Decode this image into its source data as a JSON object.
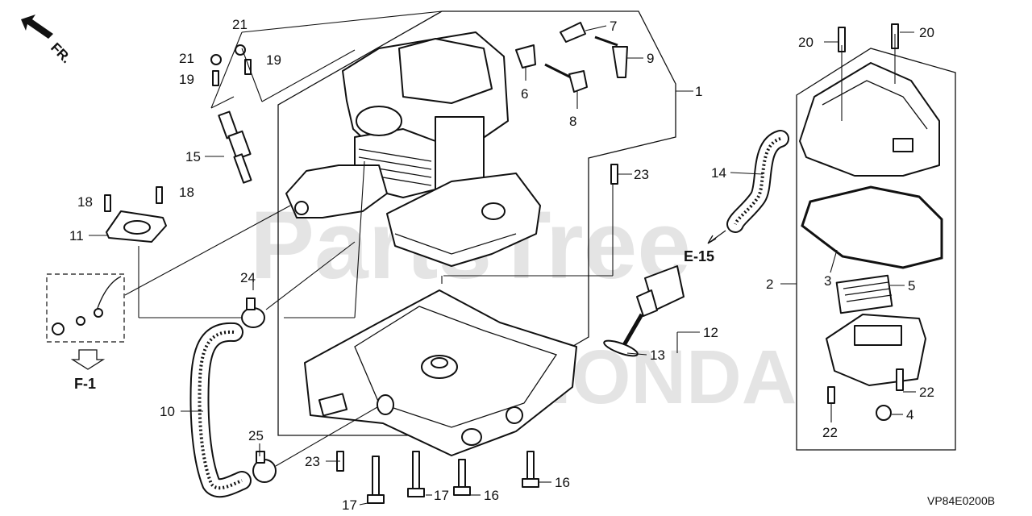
{
  "watermark": {
    "text": "PartsTree",
    "brand": "HONDA"
  },
  "orientation_label": "FR.",
  "references": {
    "e15": "E-15",
    "f1": "F-1"
  },
  "diagram_code": "VP84E0200B",
  "callouts": {
    "c1": "1",
    "c2": "2",
    "c3": "3",
    "c4": "4",
    "c5": "5",
    "c6": "6",
    "c7": "7",
    "c8": "8",
    "c9": "9",
    "c10": "10",
    "c11": "11",
    "c12": "12",
    "c13": "13",
    "c14": "14",
    "c15": "15",
    "c16a": "16",
    "c16b": "16",
    "c17a": "17",
    "c17b": "17",
    "c18a": "18",
    "c18b": "18",
    "c19a": "19",
    "c19b": "19",
    "c20a": "20",
    "c20b": "20",
    "c21a": "21",
    "c21b": "21",
    "c22a": "22",
    "c22b": "22",
    "c23a": "23",
    "c23b": "23",
    "c24": "24",
    "c25": "25"
  },
  "colors": {
    "line": "#111111",
    "watermark": "#cfcfcf",
    "background": "#ffffff"
  }
}
